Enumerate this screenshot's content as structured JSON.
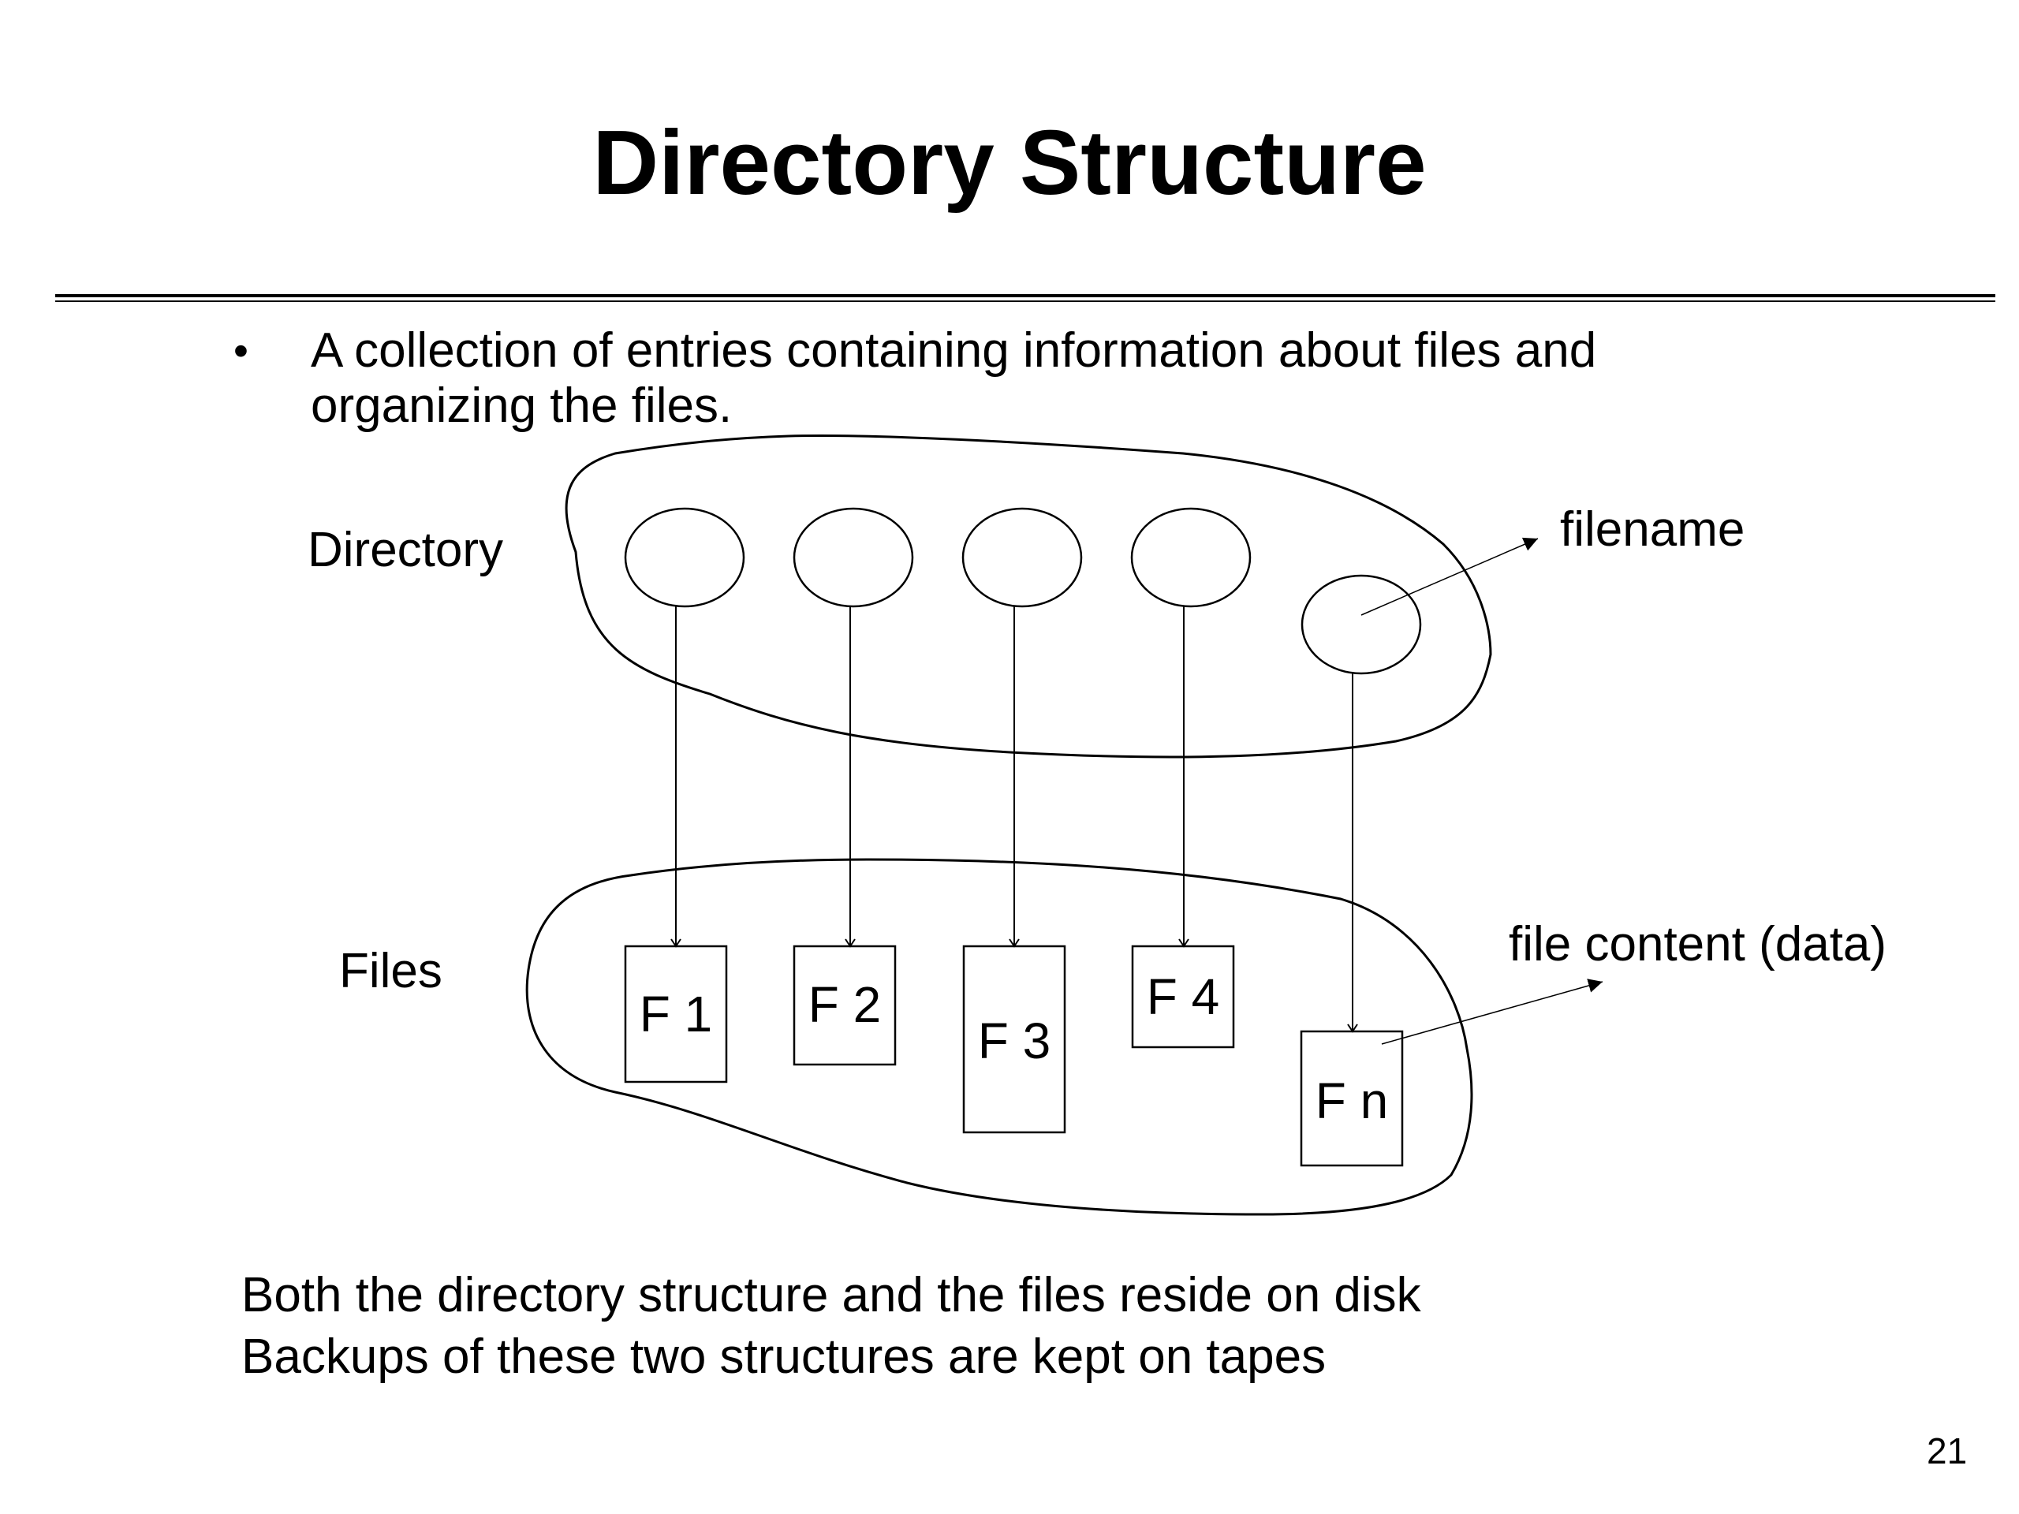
{
  "title": "Directory Structure",
  "bullet": {
    "marker": "•",
    "text": "A collection of entries containing information about files and organizing the files."
  },
  "diagram": {
    "directory_label": "Directory",
    "files_label": "Files",
    "filename_label": "filename",
    "file_content_label": "file content (data)",
    "files": [
      "F 1",
      "F 2",
      "F 3",
      "F 4",
      "F n"
    ]
  },
  "footer": {
    "line1": "Both the directory structure and the files reside on disk",
    "line2": "Backups of these two structures are kept on tapes"
  },
  "page_number": "21"
}
